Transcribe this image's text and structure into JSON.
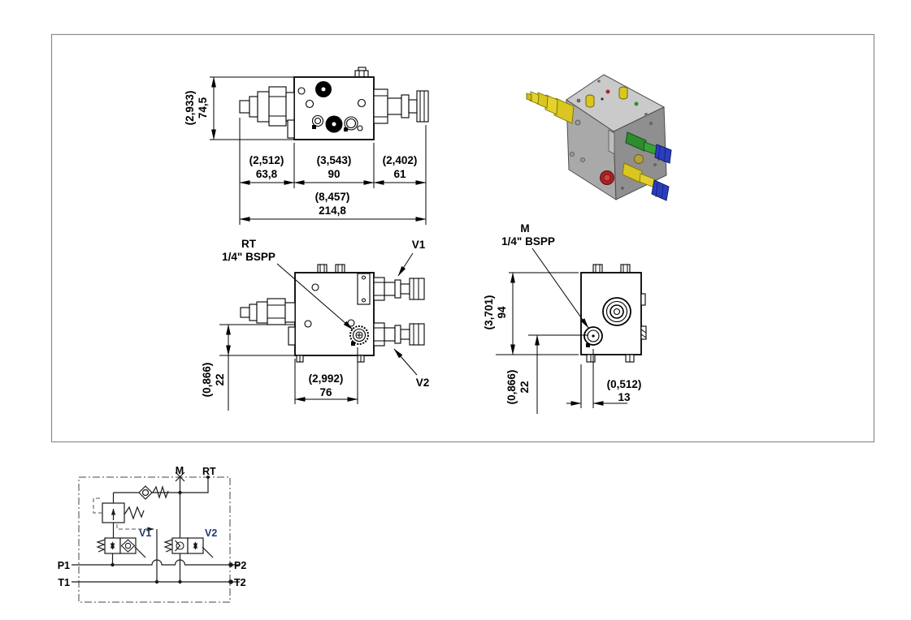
{
  "drawing": {
    "front_view": {
      "dim_height": {
        "inch": "(2,933)",
        "mm": "74,5"
      },
      "dim_w1": {
        "inch": "(2,512)",
        "mm": "63,8"
      },
      "dim_w2": {
        "inch": "(3,543)",
        "mm": "90"
      },
      "dim_w3": {
        "inch": "(2,402)",
        "mm": "61"
      },
      "dim_total": {
        "inch": "(8,457)",
        "mm": "214,8"
      }
    },
    "top_view": {
      "port_rt_line1": "RT",
      "port_rt_line2": "1/4\" BSPP",
      "port_v1": "V1",
      "port_v2": "V2",
      "dim_port_height": {
        "inch": "(0,866)",
        "mm": "22"
      },
      "dim_port_offset": {
        "inch": "(2,992)",
        "mm": "76"
      }
    },
    "side_view": {
      "port_m_line1": "M",
      "port_m_line2": "1/4\" BSPP",
      "dim_height": {
        "inch": "(3,701)",
        "mm": "94"
      },
      "dim_port_height": {
        "inch": "(0,866)",
        "mm": "22"
      },
      "dim_port_offset": {
        "inch": "(0,512)",
        "mm": "13"
      }
    },
    "schematic": {
      "label_m": "M",
      "label_rt": "RT",
      "label_v1": "V1",
      "label_v2": "V2",
      "label_p1": "P1",
      "label_p2": "P2",
      "label_t1": "T1",
      "label_t2": "T2"
    },
    "colors": {
      "line": "#000000",
      "frame_border": "#8a8a8a",
      "valve_label_blue": "#1f3a6e",
      "iso_gray_top": "#cacaca",
      "iso_gray_left": "#a9a9a9",
      "iso_gray_right": "#8f8f8f",
      "fitting_yellow": "#d9c621",
      "fitting_green": "#2e8b2e",
      "cap_blue": "#2b3dbe",
      "plug_red": "#b22222"
    }
  }
}
